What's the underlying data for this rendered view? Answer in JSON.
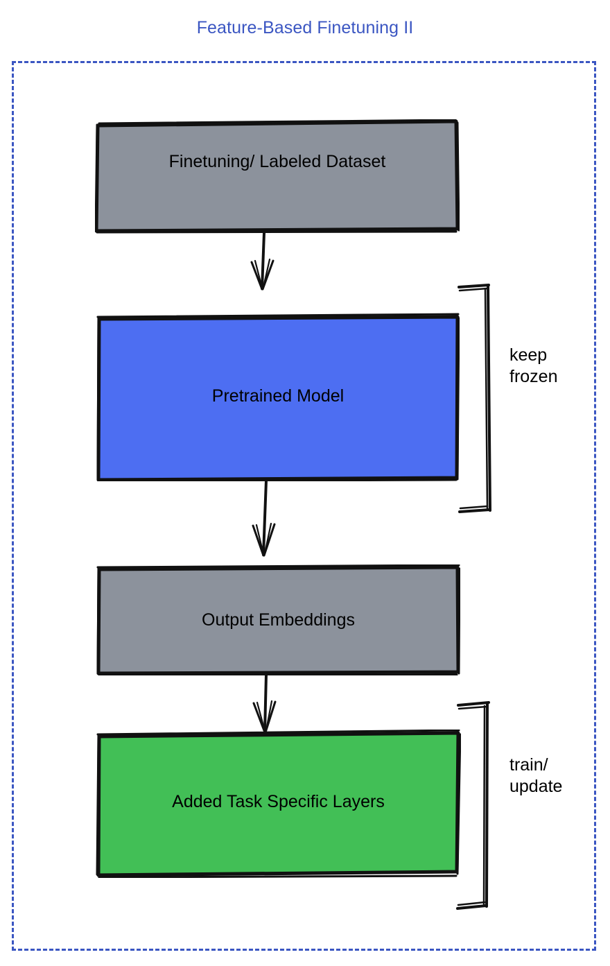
{
  "title": "Feature-Based Finetuning II",
  "colors": {
    "title": "#3b56c2",
    "frame_dash": "#3b56c2",
    "gray_node": "#8c929c",
    "blue_node": "#4d6ef2",
    "green_node": "#42bf56",
    "stroke": "#000000",
    "background": "#ffffff"
  },
  "diagram": {
    "type": "flowchart",
    "orientation": "top-to-bottom",
    "nodes": [
      {
        "id": "dataset",
        "label": "Finetuning/ Labeled Dataset",
        "fill": "#8c929c",
        "shape": "rectangle"
      },
      {
        "id": "pretrained",
        "label": "Pretrained Model",
        "fill": "#4d6ef2",
        "shape": "rectangle"
      },
      {
        "id": "embeddings",
        "label": "Output Embeddings",
        "fill": "#8c929c",
        "shape": "rectangle"
      },
      {
        "id": "tasklayers",
        "label": "Added Task Specific Layers",
        "fill": "#42bf56",
        "shape": "rectangle"
      }
    ],
    "edges": [
      {
        "from": "dataset",
        "to": "pretrained",
        "style": "arrow"
      },
      {
        "from": "pretrained",
        "to": "embeddings",
        "style": "arrow"
      },
      {
        "from": "embeddings",
        "to": "tasklayers",
        "style": "arrow"
      }
    ],
    "annotations": [
      {
        "id": "keep-frozen",
        "label": "keep\nfrozen",
        "targets": [
          "pretrained"
        ],
        "bracket": "right"
      },
      {
        "id": "train-update",
        "label": "train/\nupdate",
        "targets": [
          "tasklayers"
        ],
        "bracket": "right"
      }
    ]
  },
  "labels": {
    "dataset": "Finetuning/ Labeled Dataset",
    "pretrained": "Pretrained Model",
    "embeddings": "Output Embeddings",
    "tasklayers": "Added Task Specific Layers",
    "keep_frozen": "keep\nfrozen",
    "train_update": "train/\nupdate"
  }
}
